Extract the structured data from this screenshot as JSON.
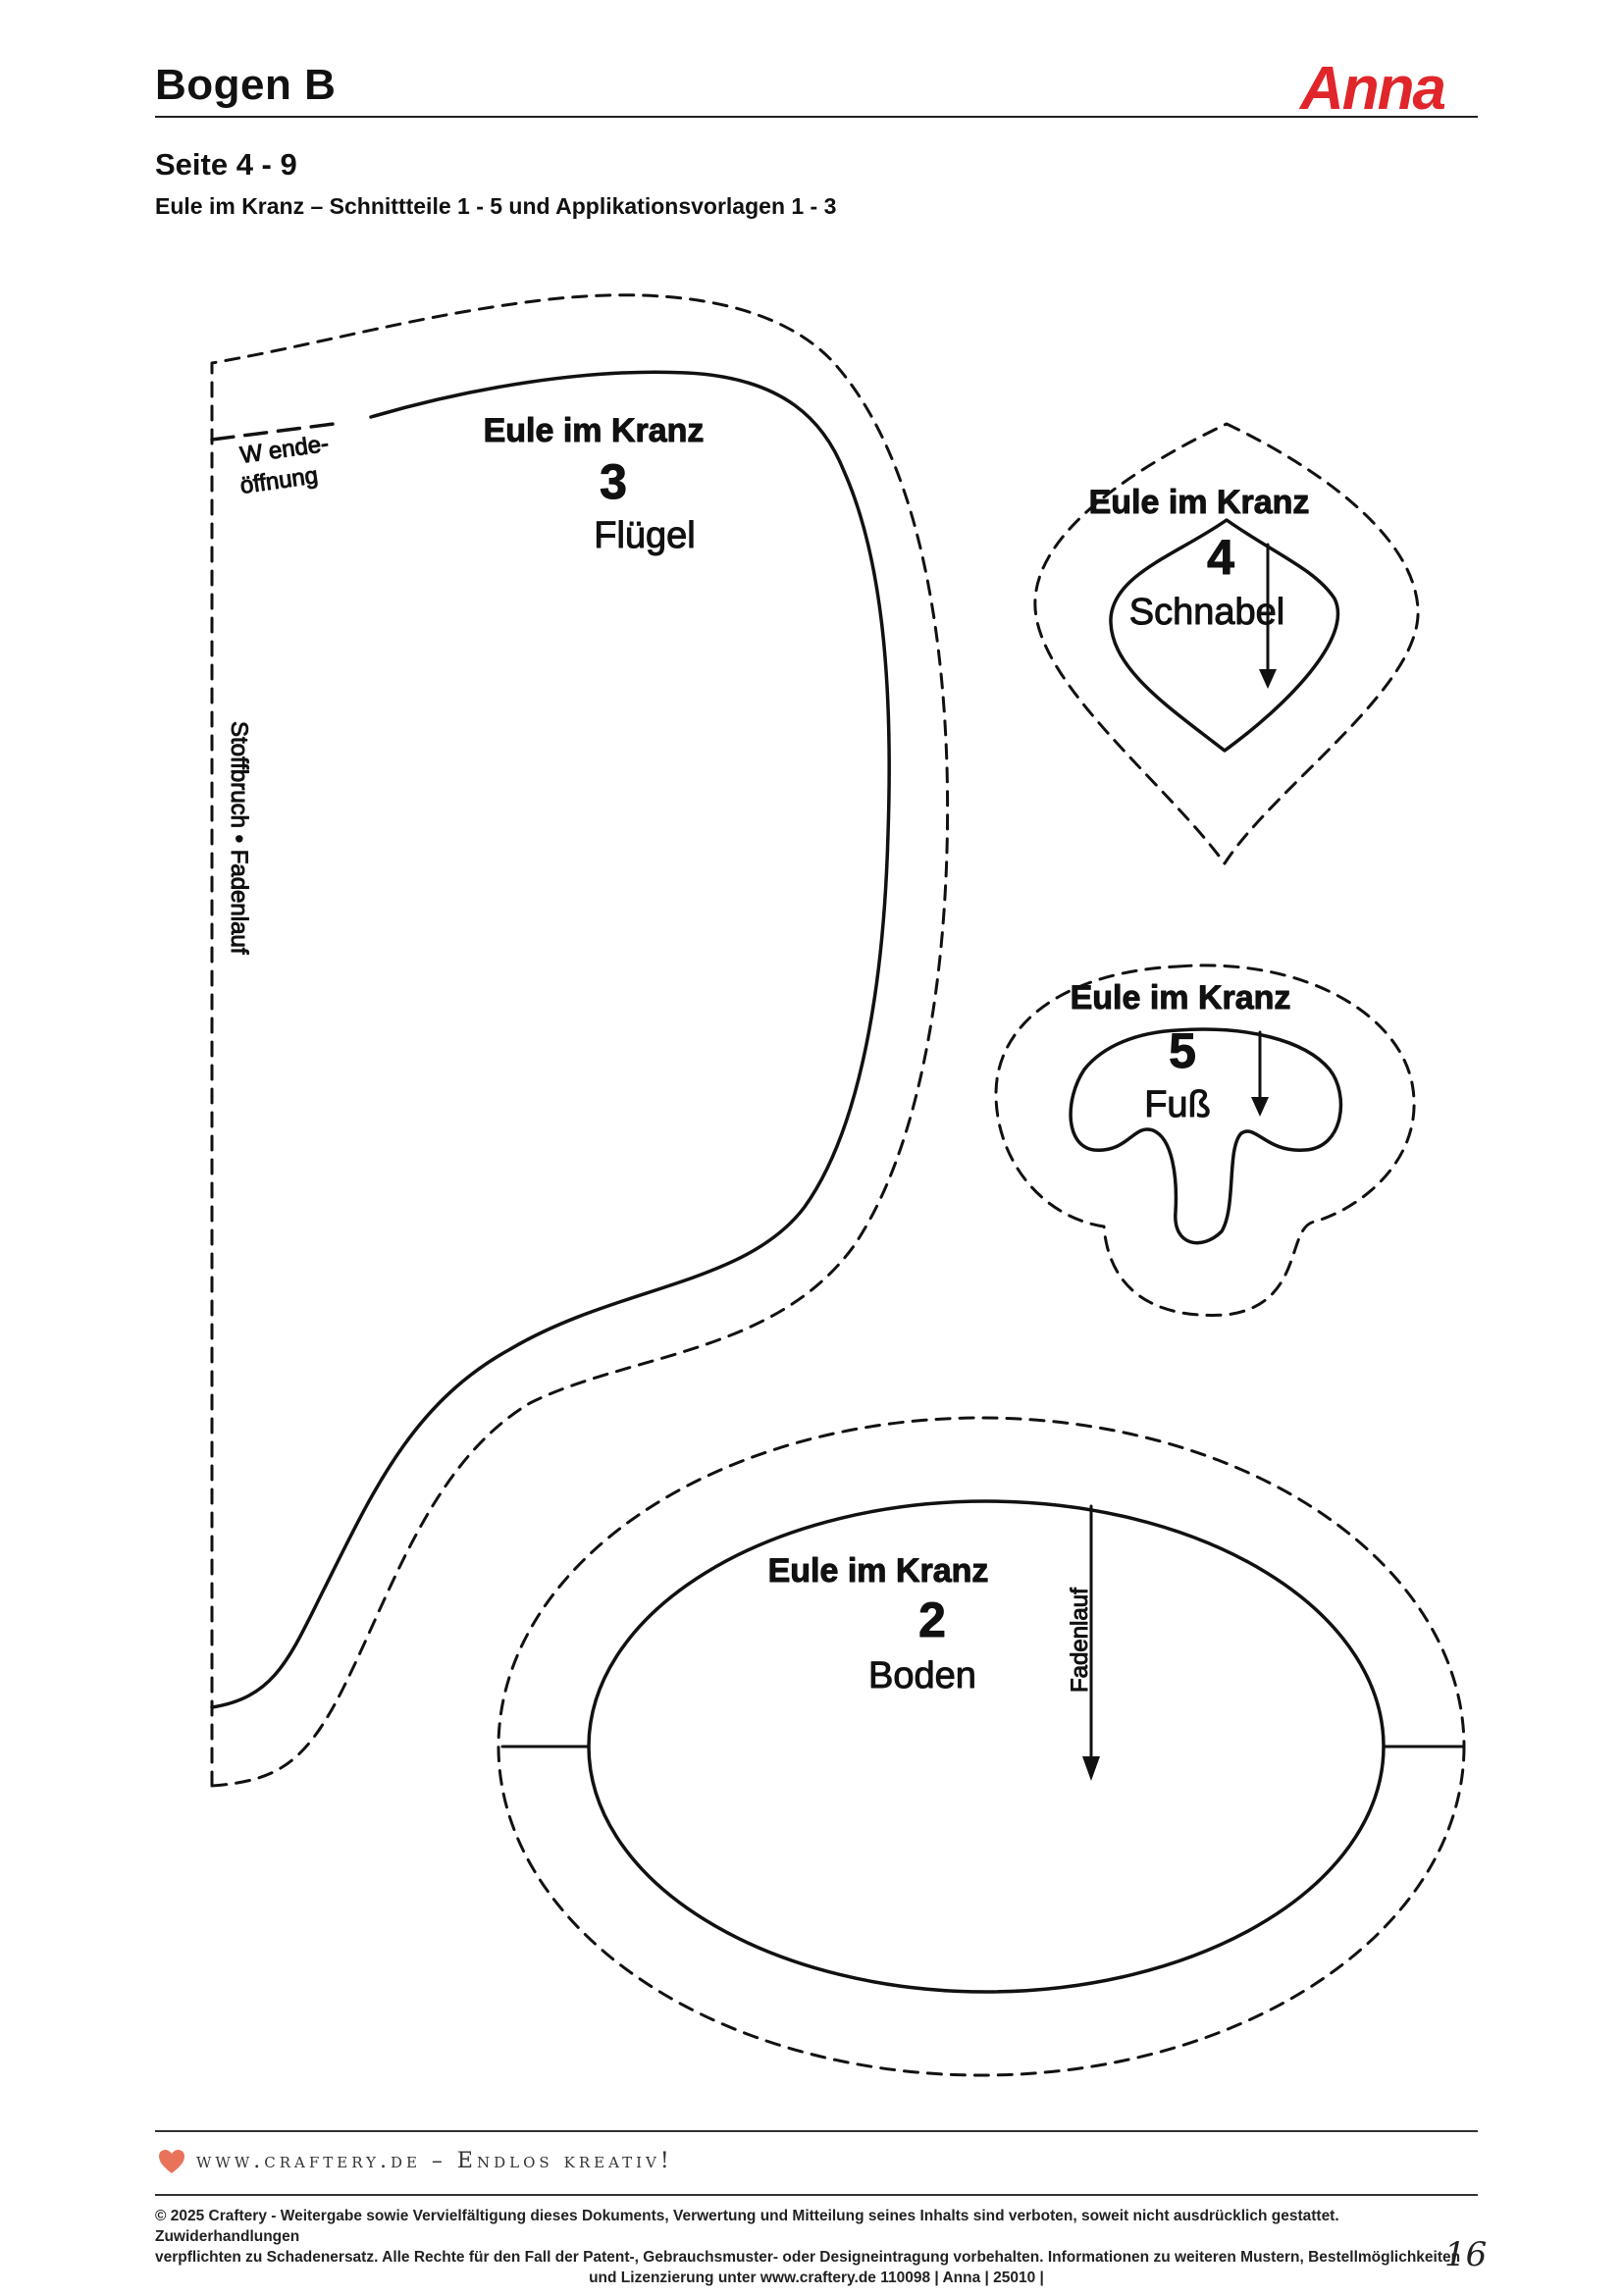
{
  "header": {
    "sheet_title": "Bogen B",
    "brand": "Anna",
    "page_range": "Seite 4 - 9",
    "subtitle": "Eule im Kranz – Schnittteile 1 - 5 und Applikationsvorlagen 1 - 3"
  },
  "pieces": {
    "wing": {
      "title": "Eule im Kranz",
      "number": "3",
      "name": "Flügel",
      "opening_line1": "W ende-",
      "opening_line2": "öffnung",
      "fold_label": "Stoffbruch • Fadenlauf"
    },
    "beak": {
      "title": "Eule im Kranz",
      "number": "4",
      "name": "Schnabel"
    },
    "foot": {
      "title": "Eule im Kranz",
      "number": "5",
      "name": "Fuß"
    },
    "base": {
      "title": "Eule im Kranz",
      "number": "2",
      "name": "Boden",
      "grain_label": "Fadenlauf"
    }
  },
  "footer": {
    "slogan": "www.craftery.de – Endlos kreativ!",
    "copyright_line1": "© 2025 Craftery - Weitergabe sowie Vervielfältigung dieses Dokuments, Verwertung und Mitteilung seines Inhalts sind verboten, soweit nicht ausdrücklich gestattet. Zuwiderhandlungen",
    "copyright_line2": "verpflichten zu Schadenersatz. Alle Rechte für den Fall der Patent-, Gebrauchsmuster- oder Designeintragung vorbehalten. Informationen zu weiteren Mustern, Bestellmöglichkeiten",
    "copyright_line3": "und Lizenzierung unter www.craftery.de  110098 | Anna | 25010 |",
    "page_number": "16"
  },
  "colors": {
    "brand": "#e0262a",
    "heart": "#e8735a",
    "line": "#111111"
  }
}
